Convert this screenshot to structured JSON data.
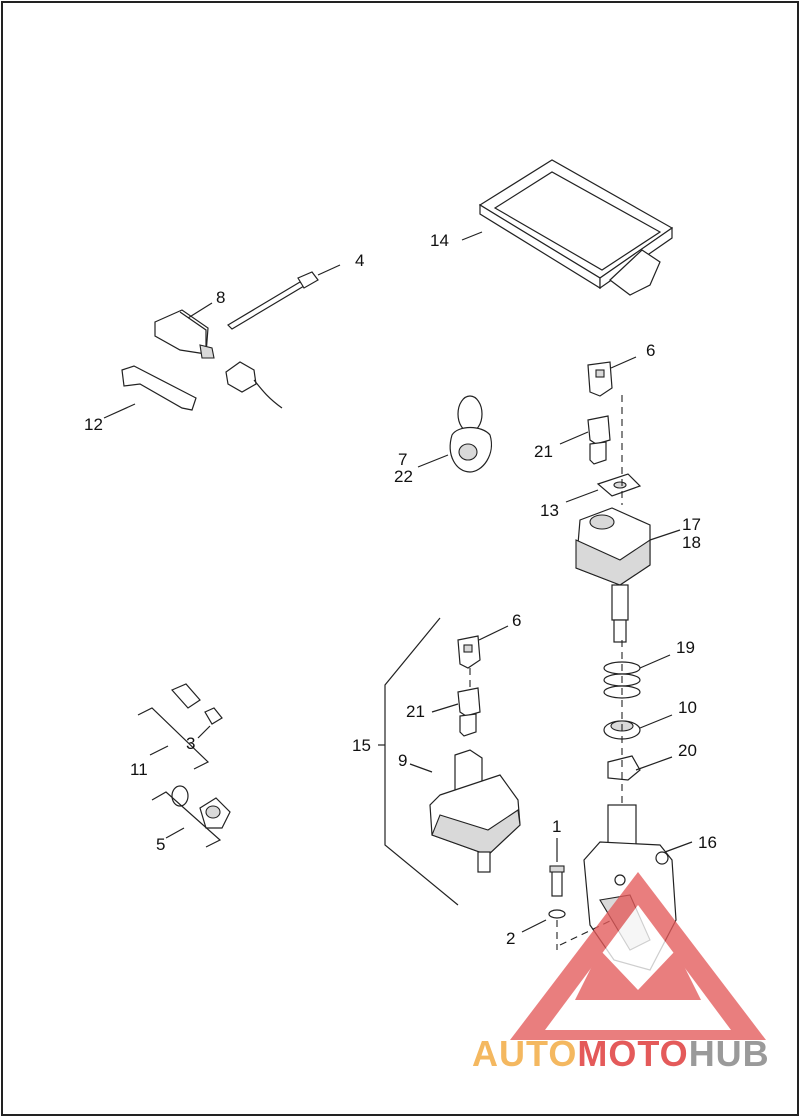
{
  "callouts": {
    "c1": "1",
    "c2": "2",
    "c3": "3",
    "c4": "4",
    "c5": "5",
    "c6a": "6",
    "c6b": "6",
    "c7": "7",
    "c8": "8",
    "c9": "9",
    "c10": "10",
    "c11": "11",
    "c12": "12",
    "c13": "13",
    "c14": "14",
    "c15": "15",
    "c16": "16",
    "c17": "17",
    "c18": "18",
    "c19": "19",
    "c20": "20",
    "c21a": "21",
    "c21b": "21",
    "c22": "22"
  },
  "watermark": {
    "part1": "AUTO",
    "part2": "MOTO",
    "part3": "HUB",
    "color_orange": "#f4b860",
    "color_red": "#e45a5a",
    "color_gray": "#9a9a9a"
  }
}
